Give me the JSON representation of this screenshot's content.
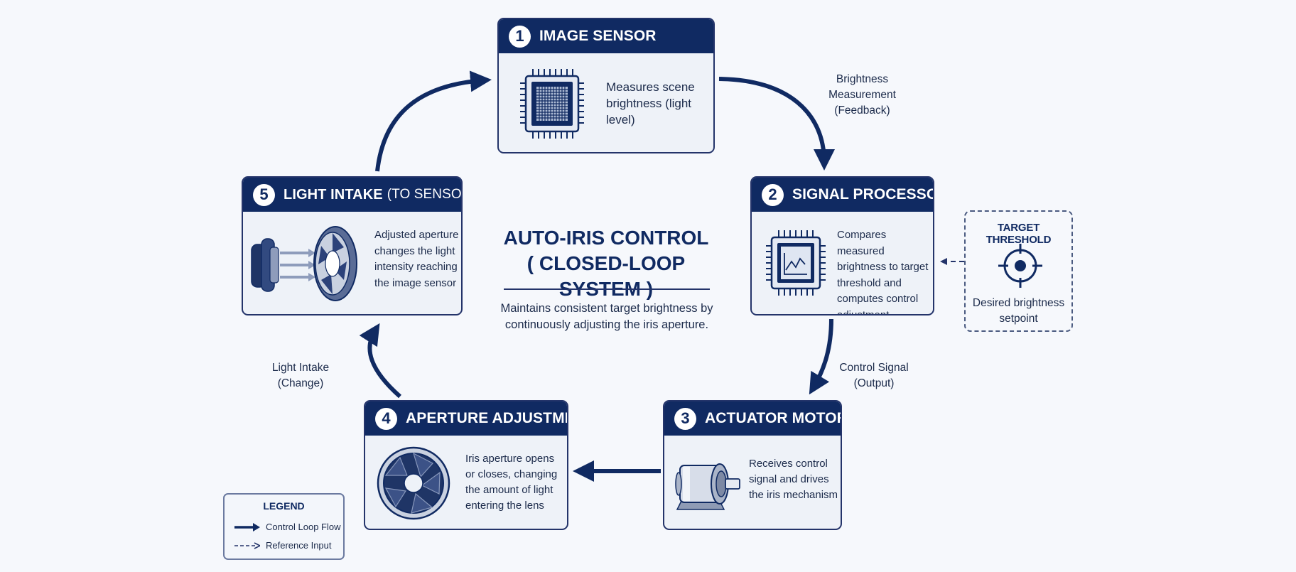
{
  "center": {
    "title_line1": "AUTO-IRIS CONTROL",
    "title_line2": "( CLOSED-LOOP SYSTEM )",
    "description": "Maintains consistent target brightness by continuously adjusting the iris aperture."
  },
  "nodes": [
    {
      "number": "1",
      "title": "IMAGE SENSOR",
      "description": "Measures scene brightness (light level)",
      "icon": "image-sensor-chip-icon"
    },
    {
      "number": "2",
      "title": "SIGNAL PROCESSOR",
      "description": "Compares measured brightness to target threshold and computes control adjustment",
      "icon": "processor-chip-icon"
    },
    {
      "number": "3",
      "title": "ACTUATOR MOTOR",
      "description": "Receives control signal and drives the iris mechanism",
      "icon": "motor-icon"
    },
    {
      "number": "4",
      "title": "APERTURE ADJUSTMENT",
      "description": "Iris aperture opens or closes, changing the amount of light entering the lens",
      "icon": "aperture-icon"
    },
    {
      "number": "5",
      "title": "LIGHT INTAKE",
      "title_suffix": "(TO SENSOR)",
      "description": "Adjusted aperture changes the light intensity reaching the image sensor",
      "icon": "lens-light-icon"
    }
  ],
  "reference": {
    "title": "TARGET THRESHOLD",
    "description": "Desired brightness setpoint",
    "icon": "target-icon"
  },
  "flow_labels": {
    "brightness_measurement": "Brightness Measurement (Feedback)",
    "control_signal": "Control Signal (Output)",
    "light_intake": "Light Intake (Change)"
  },
  "legend": {
    "title": "LEGEND",
    "items": [
      {
        "label": "Control Loop Flow",
        "style": "solid-arrow"
      },
      {
        "label": "Reference Input",
        "style": "dashed-arrow"
      }
    ]
  },
  "colors": {
    "navy": "#102a62",
    "box_fill": "#eef2f8",
    "background": "#f6f8fc"
  }
}
